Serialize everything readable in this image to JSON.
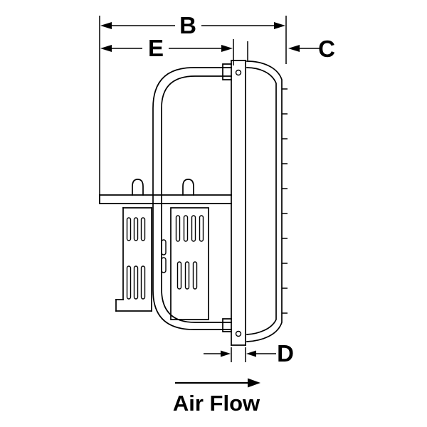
{
  "page": {
    "background_color": "#ffffff",
    "line_color": "#000000"
  },
  "diagram": {
    "labels": {
      "dim_b": "B",
      "dim_e": "E",
      "dim_c": "C",
      "dim_d": "D",
      "air_flow": "Air Flow"
    }
  }
}
